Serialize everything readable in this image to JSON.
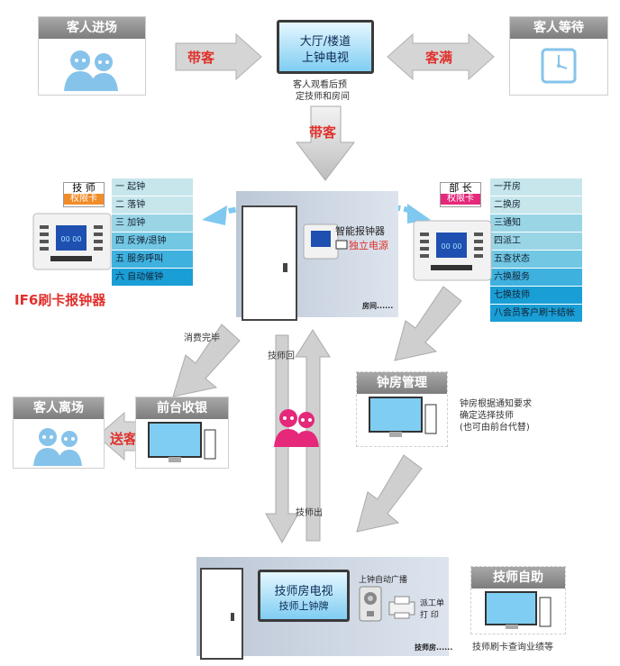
{
  "guest_enter": {
    "title": "客人进场"
  },
  "guest_wait": {
    "title": "客人等待"
  },
  "guest_leave": {
    "title": "客人离场"
  },
  "hall_tv": {
    "line1": "大厅/楼道",
    "line2": "上钟电视",
    "caption1": "客人观看后预",
    "caption2": "定技师和房间"
  },
  "labels": {
    "daike_left": "带客",
    "keman": "客满",
    "daike_down": "带客",
    "songke": "送客",
    "consume_done": "消费完毕",
    "tech_back": "技师回",
    "tech_out": "技师出",
    "smart_device": "智能报钟器",
    "independent_power": "独立电源",
    "room": "房间......",
    "product_name": "IF6刷卡报钟器"
  },
  "tech_card": {
    "line1": "技  师",
    "line2": "权限卡"
  },
  "tech_menu": [
    "一 起钟",
    "二 落钟",
    "三 加钟",
    "四 反弹/退钟",
    "五 服务呼叫",
    "六 自动催钟"
  ],
  "manager_card": {
    "line1": "部  长",
    "line2": "权限卡"
  },
  "manager_menu": [
    "一开房",
    "二换房",
    "三通知",
    "四派工",
    "五查状态",
    "六换服务",
    "七换技师",
    "八会员客户刷卡结帐"
  ],
  "front_desk": {
    "title": "前台收银"
  },
  "clock_room": {
    "title": "钟房管理",
    "note1": "钟房根据通知要求",
    "note2": "确定选择技师",
    "note3": "(也可由前台代替)"
  },
  "tech_room": {
    "tv_line1": "技师房电视",
    "tv_line2": "技师上钟牌",
    "broadcast": "上钟自动广播",
    "dispatch1": "派工单",
    "dispatch2": "打   印",
    "room_label": "技师房......"
  },
  "tech_self": {
    "title": "技师自助",
    "caption": "技师刷卡查询业绩等"
  },
  "colors": {
    "menu_light": "#c6e6ec",
    "menu_mid": "#72c7e3",
    "menu_dark": "#1a9ed6",
    "accent_red": "#e0312c",
    "guest_pink": "#e5287a",
    "guest_blue": "#86c3ea"
  }
}
